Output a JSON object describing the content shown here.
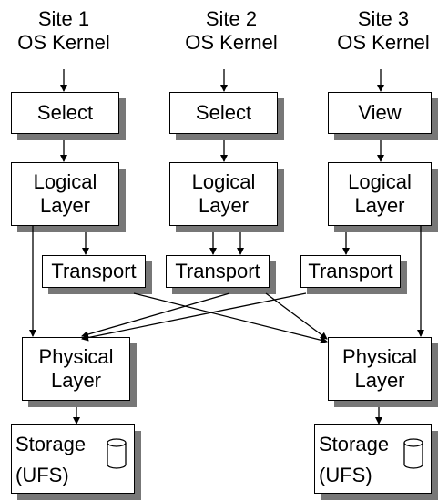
{
  "sites": [
    {
      "name": "Site 1",
      "kernel": "OS Kernel"
    },
    {
      "name": "Site 2",
      "kernel": "OS Kernel"
    },
    {
      "name": "Site 3",
      "kernel": "OS Kernel"
    }
  ],
  "nodes": {
    "select1": "Select",
    "select2": "Select",
    "view3": "View",
    "logical1": [
      "Logical",
      "Layer"
    ],
    "logical2": [
      "Logical",
      "Layer"
    ],
    "logical3": [
      "Logical",
      "Layer"
    ],
    "transport1": "Transport",
    "transport2": "Transport",
    "transport3": "Transport",
    "physical1": [
      "Physical",
      "Layer"
    ],
    "physical3": [
      "Physical",
      "Layer"
    ],
    "storage1": [
      "Storage",
      "(UFS)"
    ],
    "storage3": [
      "Storage",
      "(UFS)"
    ]
  },
  "icons": {
    "storage": "database-icon"
  }
}
